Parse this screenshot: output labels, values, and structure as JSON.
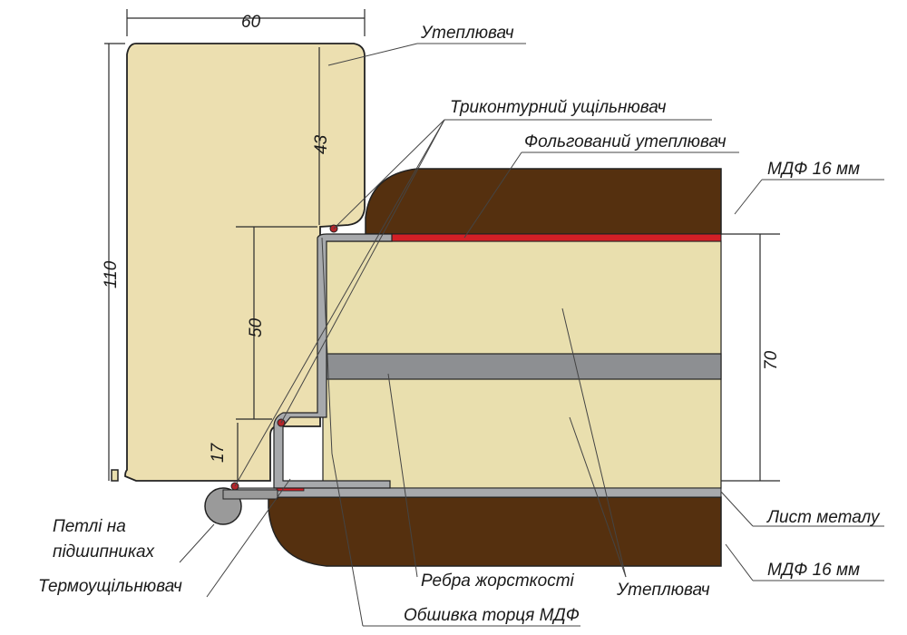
{
  "colors": {
    "mdf": "#55300f",
    "insulation": "#e9dfae",
    "metal": "#a7a9ac",
    "rib": "#8d8f92",
    "foil": "#d21f26",
    "seal": "#b3262b",
    "frame_insulation": "#ecdfb0",
    "hinge": "#9a9a9a"
  },
  "dimensions": {
    "frame_width": "60",
    "frame_height": "110",
    "upper": "43",
    "middle": "50",
    "lower": "17",
    "door_thickness": "70"
  },
  "labels": {
    "frame_insulation": "Утеплювач",
    "triple_seal": "Триконтурний   ущільнювач",
    "foil_insulation": "Фольгований утеплювач",
    "mdf_top": "МДФ 16 мм",
    "hinges_line1": "Петлі на",
    "hinges_line2": "підшипниках",
    "thermal_seal": "Термоущільнювач",
    "stiffening_ribs": "Ребра жорсткості",
    "door_insulation": "Утеплювач",
    "metal_sheet": "Лист металу",
    "mdf_bottom": "МДФ 16 мм",
    "mdf_edge_trim": "Обшивка торця МДФ"
  }
}
